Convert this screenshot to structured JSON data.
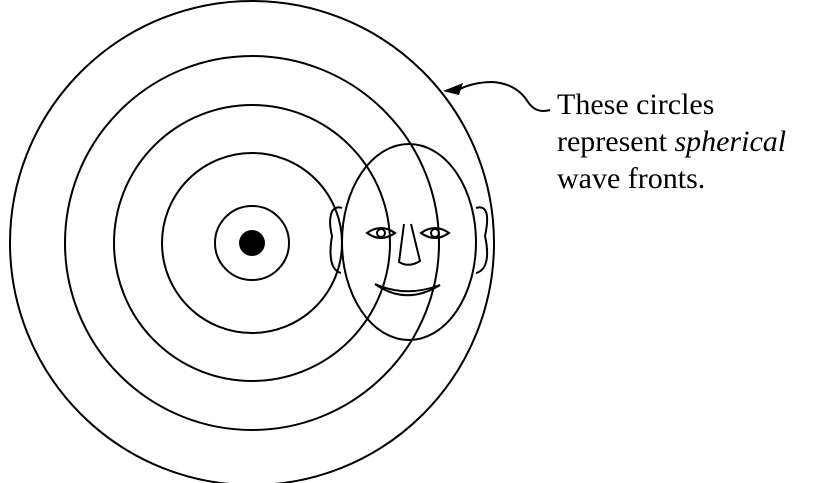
{
  "caption": {
    "line1": "These circles",
    "line2_prefix": "represent ",
    "line2_emphasis": "spherical",
    "line3": "wave fronts."
  },
  "colors": {
    "stroke": "#000000",
    "background": "#ffffff"
  },
  "elements": {
    "wave_fronts": 5,
    "source": "solid black dot at the center",
    "observer": "cartoon face at the right"
  }
}
